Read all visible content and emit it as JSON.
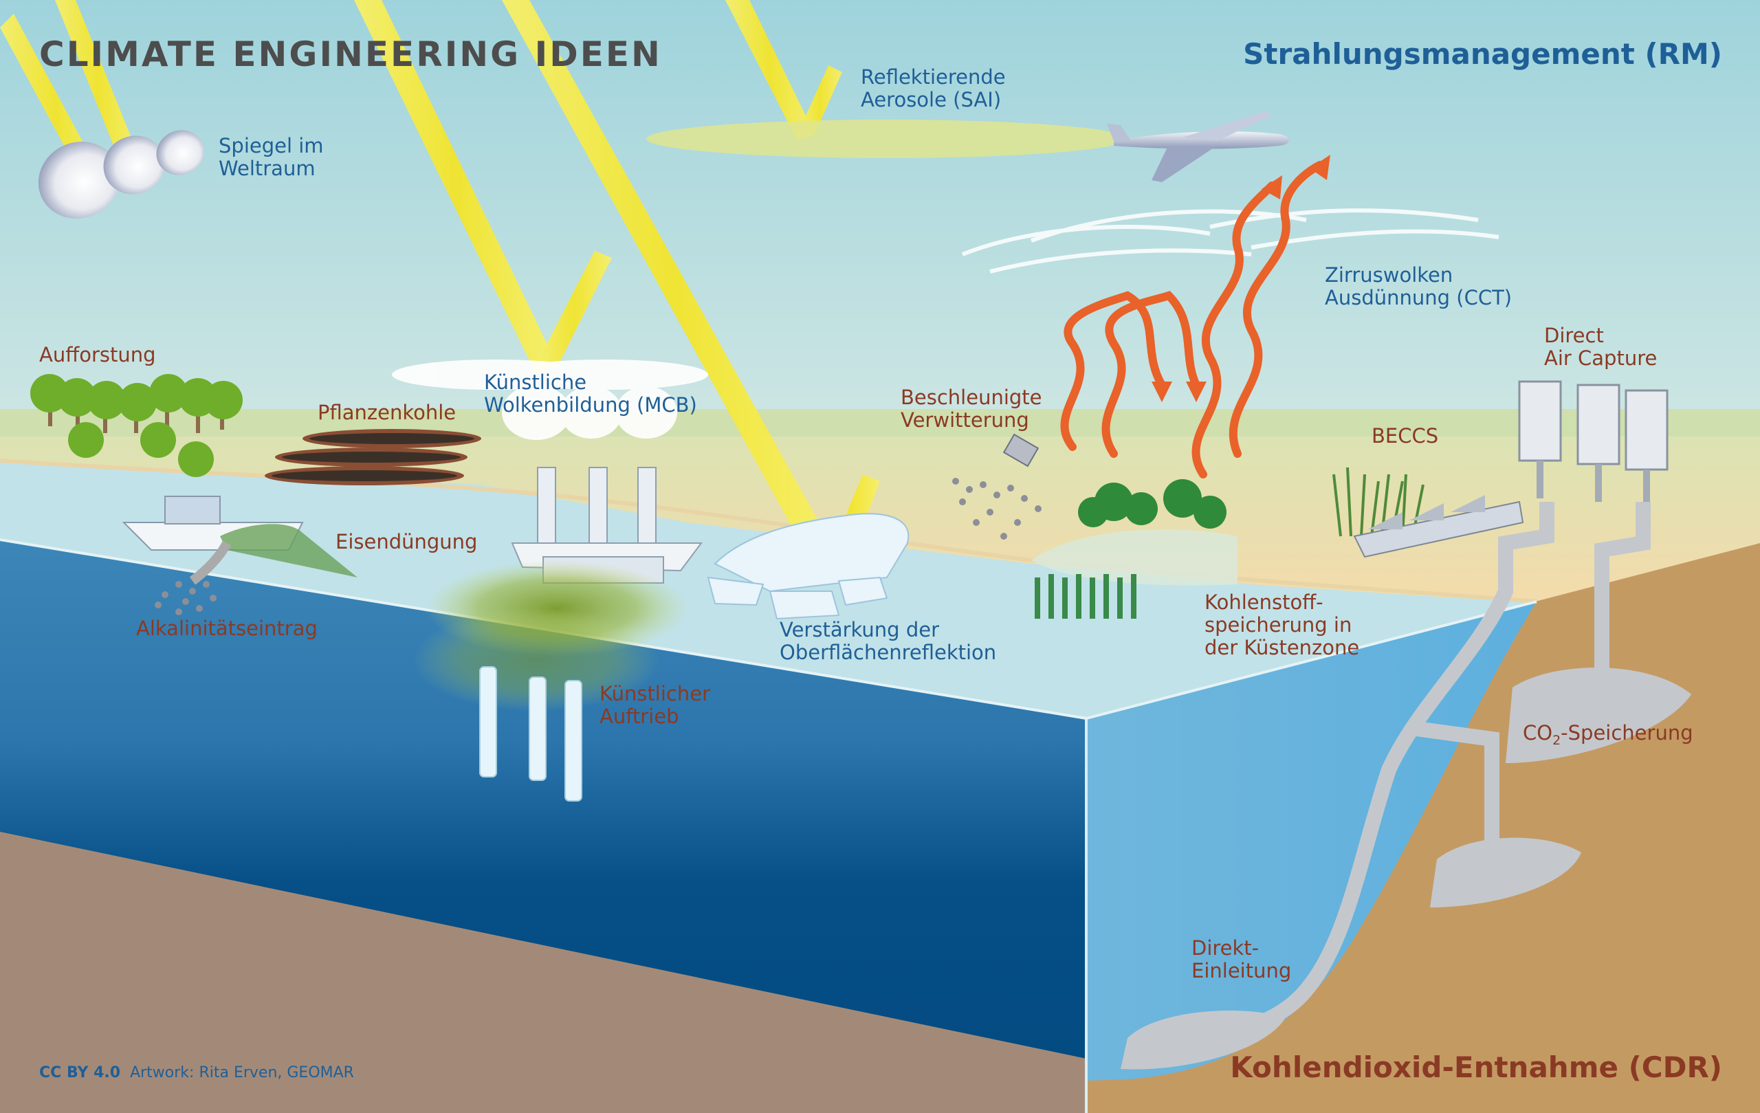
{
  "title": "CLIMATE ENGINEERING IDEEN",
  "categories": {
    "rm": "Strahlungsmanagement (RM)",
    "cdr": "Kohlendioxid-Entnahme (CDR)"
  },
  "labels": {
    "spiegel": "Spiegel im\nWeltraum",
    "sai": "Reflektierende\nAerosole (SAI)",
    "cct": "Zirruswolken\nAusdünnung (CCT)",
    "dac": "Direct\nAir Capture",
    "aufforstung": "Aufforstung",
    "pflanzenkohle": "Pflanzenkohle",
    "mcb": "Künstliche\nWolkenbildung (MCB)",
    "verwitterung": "Beschleunigte\nVerwitterung",
    "beccs": "BECCS",
    "eisenduengung": "Eisendüngung",
    "alkalinitaet": "Alkalinitätseintrag",
    "reflektion": "Verstärkung der\nOberflächenreflektion",
    "kuestenzone": "Kohlenstoff-\nspeicherung in\nder Küstenzone",
    "auftrieb": "Künstlicher\nAuftrieb",
    "co2_main": "CO",
    "co2_sub": "2",
    "co2_rest": "-Speicherung",
    "direkt": "Direkt-\nEinleitung"
  },
  "credit": {
    "license": "CC BY 4.0",
    "artwork": "Artwork: Rita Erven, GEOMAR"
  },
  "colors": {
    "sky": "#a9d7de",
    "land": "#cfe0b0",
    "beach": "#f3d8a8",
    "shallow_sea": "#c1e2e8",
    "deep_sea": "#02518a",
    "seabed": "#a38a78",
    "subsoil": "#c49a63",
    "rm_text": "#1f5f97",
    "cdr_text": "#8a3a24",
    "sun_ray": "#f5eb3a",
    "heat_arrow": "#e8622a"
  },
  "icons": [
    "space-mirror-icon",
    "airplane-icon",
    "tree-icon",
    "ship-icon",
    "ice-icon",
    "dac-panel-icon",
    "factory-icon",
    "pipe-icon"
  ]
}
